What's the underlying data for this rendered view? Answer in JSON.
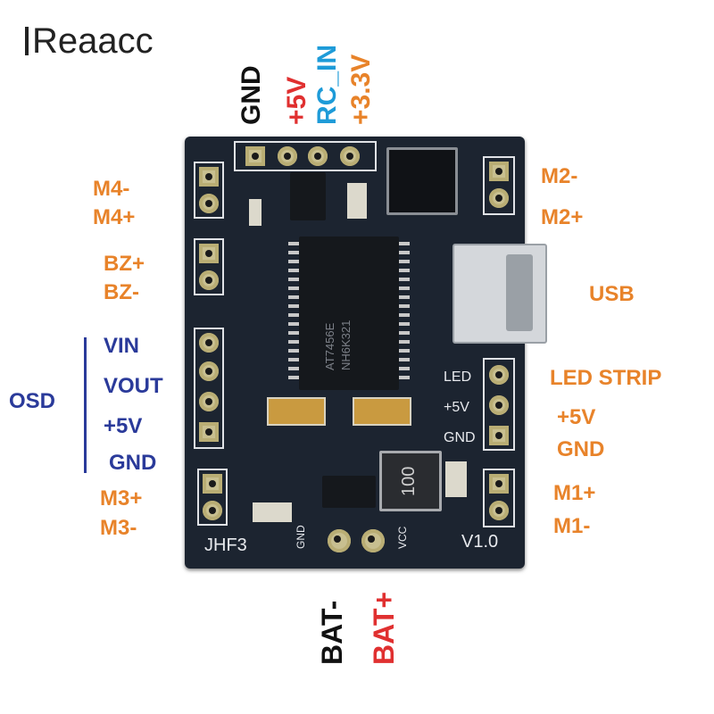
{
  "brand": {
    "logo_text": "Reaacc"
  },
  "labels": {
    "top": {
      "gnd": "GND",
      "plus5v": "+5V",
      "rc_in": "RC_IN",
      "plus3v3": "+3.3V"
    },
    "left": {
      "m4_minus": "M4-",
      "m4_plus": "M4+",
      "bz_plus": "BZ+",
      "bz_minus": "BZ-",
      "vin": "VIN",
      "vout": "VOUT",
      "osd_plus5v": "+5V",
      "osd_gnd": "GND",
      "osd": "OSD",
      "m3_plus": "M3+",
      "m3_minus": "M3-"
    },
    "right": {
      "m2_minus": "M2-",
      "m2_plus": "M2+",
      "usb": "USB",
      "led_strip": "LED  STRIP",
      "led_plus5v": "+5V",
      "led_gnd": "GND",
      "m1_plus": "M1+",
      "m1_minus": "M1-"
    },
    "bottom": {
      "bat_minus": "BAT-",
      "bat_plus": "BAT+"
    }
  },
  "board_silkscreen": {
    "name": "JHF3",
    "version": "V1.0",
    "gnd": "GND",
    "vcc": "VCC",
    "led": "LED",
    "plus5v": "+5V",
    "gnd2": "GND",
    "ic_text_1": "AT7456E",
    "ic_text_2": "NH6K321",
    "inductor": "100"
  },
  "colors": {
    "pin_label": "#e8832a",
    "osd_label": "#2a3a9a",
    "gnd_label": "#111111",
    "plus5v_label": "#e03030",
    "rc_in_label": "#1e9bd8",
    "bat_minus_label": "#111111",
    "bat_plus_label": "#e03030",
    "board": "#1c2430"
  }
}
